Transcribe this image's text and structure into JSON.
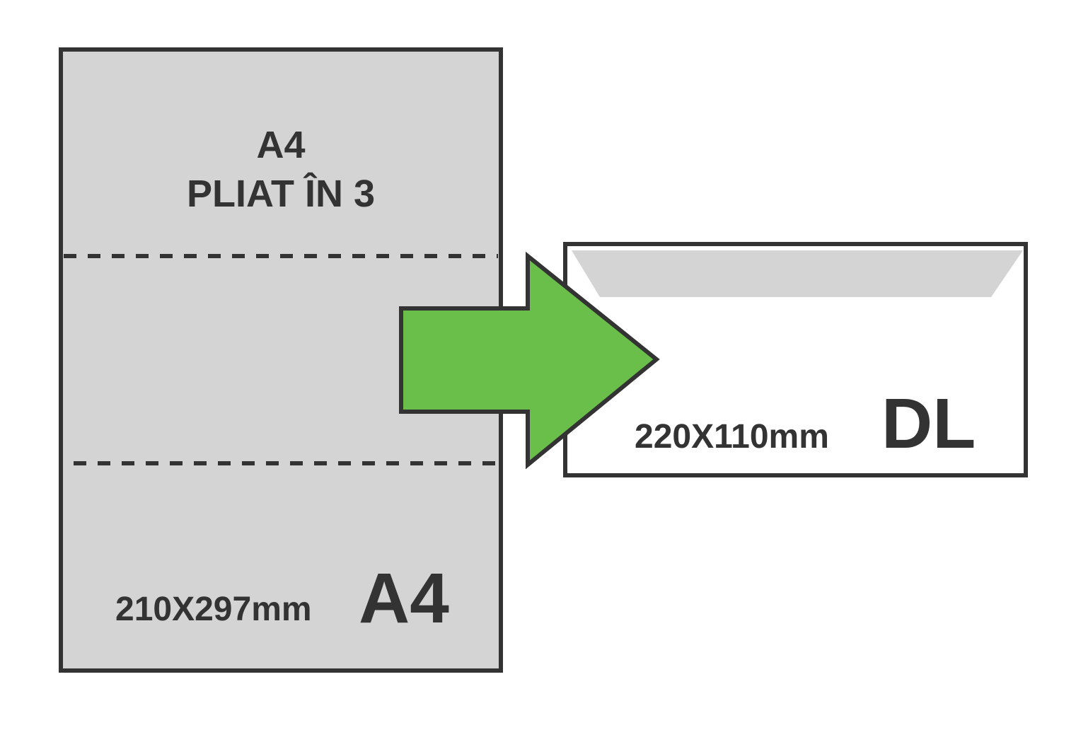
{
  "colors": {
    "outline": "#333333",
    "sheet_fill": "#d4d4d4",
    "envelope_fill": "#ffffff",
    "envelope_flap": "#d4d4d4",
    "arrow_fill": "#6abf4b",
    "text": "#333333"
  },
  "sheet": {
    "title_line1": "A4",
    "title_line2": "PLIAT ÎN 3",
    "dimensions": "210X297mm",
    "format_label": "A4",
    "fold_lines": 2
  },
  "arrow": {
    "icon": "right-arrow-icon"
  },
  "envelope": {
    "dimensions": "220X110mm",
    "format_label": "DL",
    "icon": "envelope-flap-icon"
  }
}
